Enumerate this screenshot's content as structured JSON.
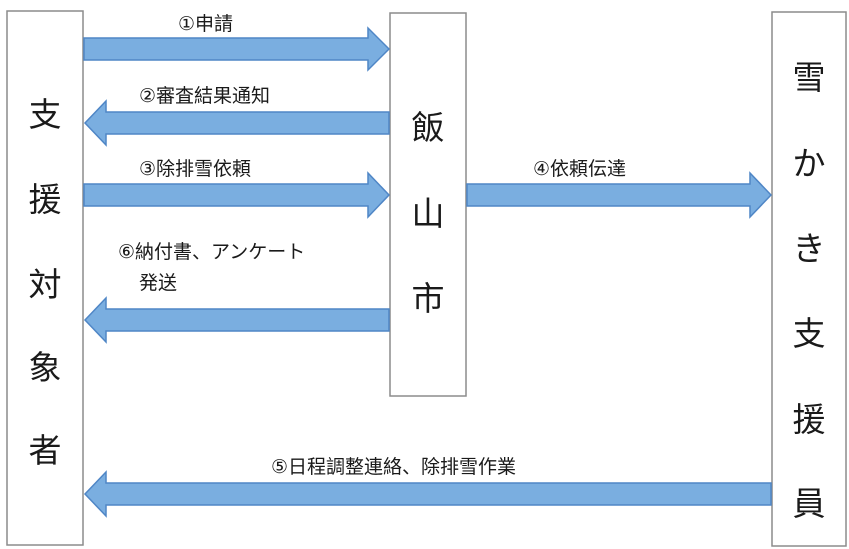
{
  "entities": {
    "recipient": [
      "支",
      "援",
      "対",
      "象",
      "者"
    ],
    "city": [
      "飯",
      "山",
      "市"
    ],
    "helper": [
      "雪",
      "か",
      "き",
      "支",
      "援",
      "員"
    ]
  },
  "steps": {
    "s1": "①申請",
    "s2": "②審査結果通知",
    "s3": "③除排雪依頼",
    "s4": "④依頼伝達",
    "s5": "⑤日程調整連絡、除排雪作業",
    "s6_line1": "⑥納付書、アンケート",
    "s6_line2": "発送"
  },
  "colors": {
    "arrow_fill": "#7aaee0",
    "arrow_stroke": "#4f86c6",
    "box_border": "#8c8c8c"
  }
}
